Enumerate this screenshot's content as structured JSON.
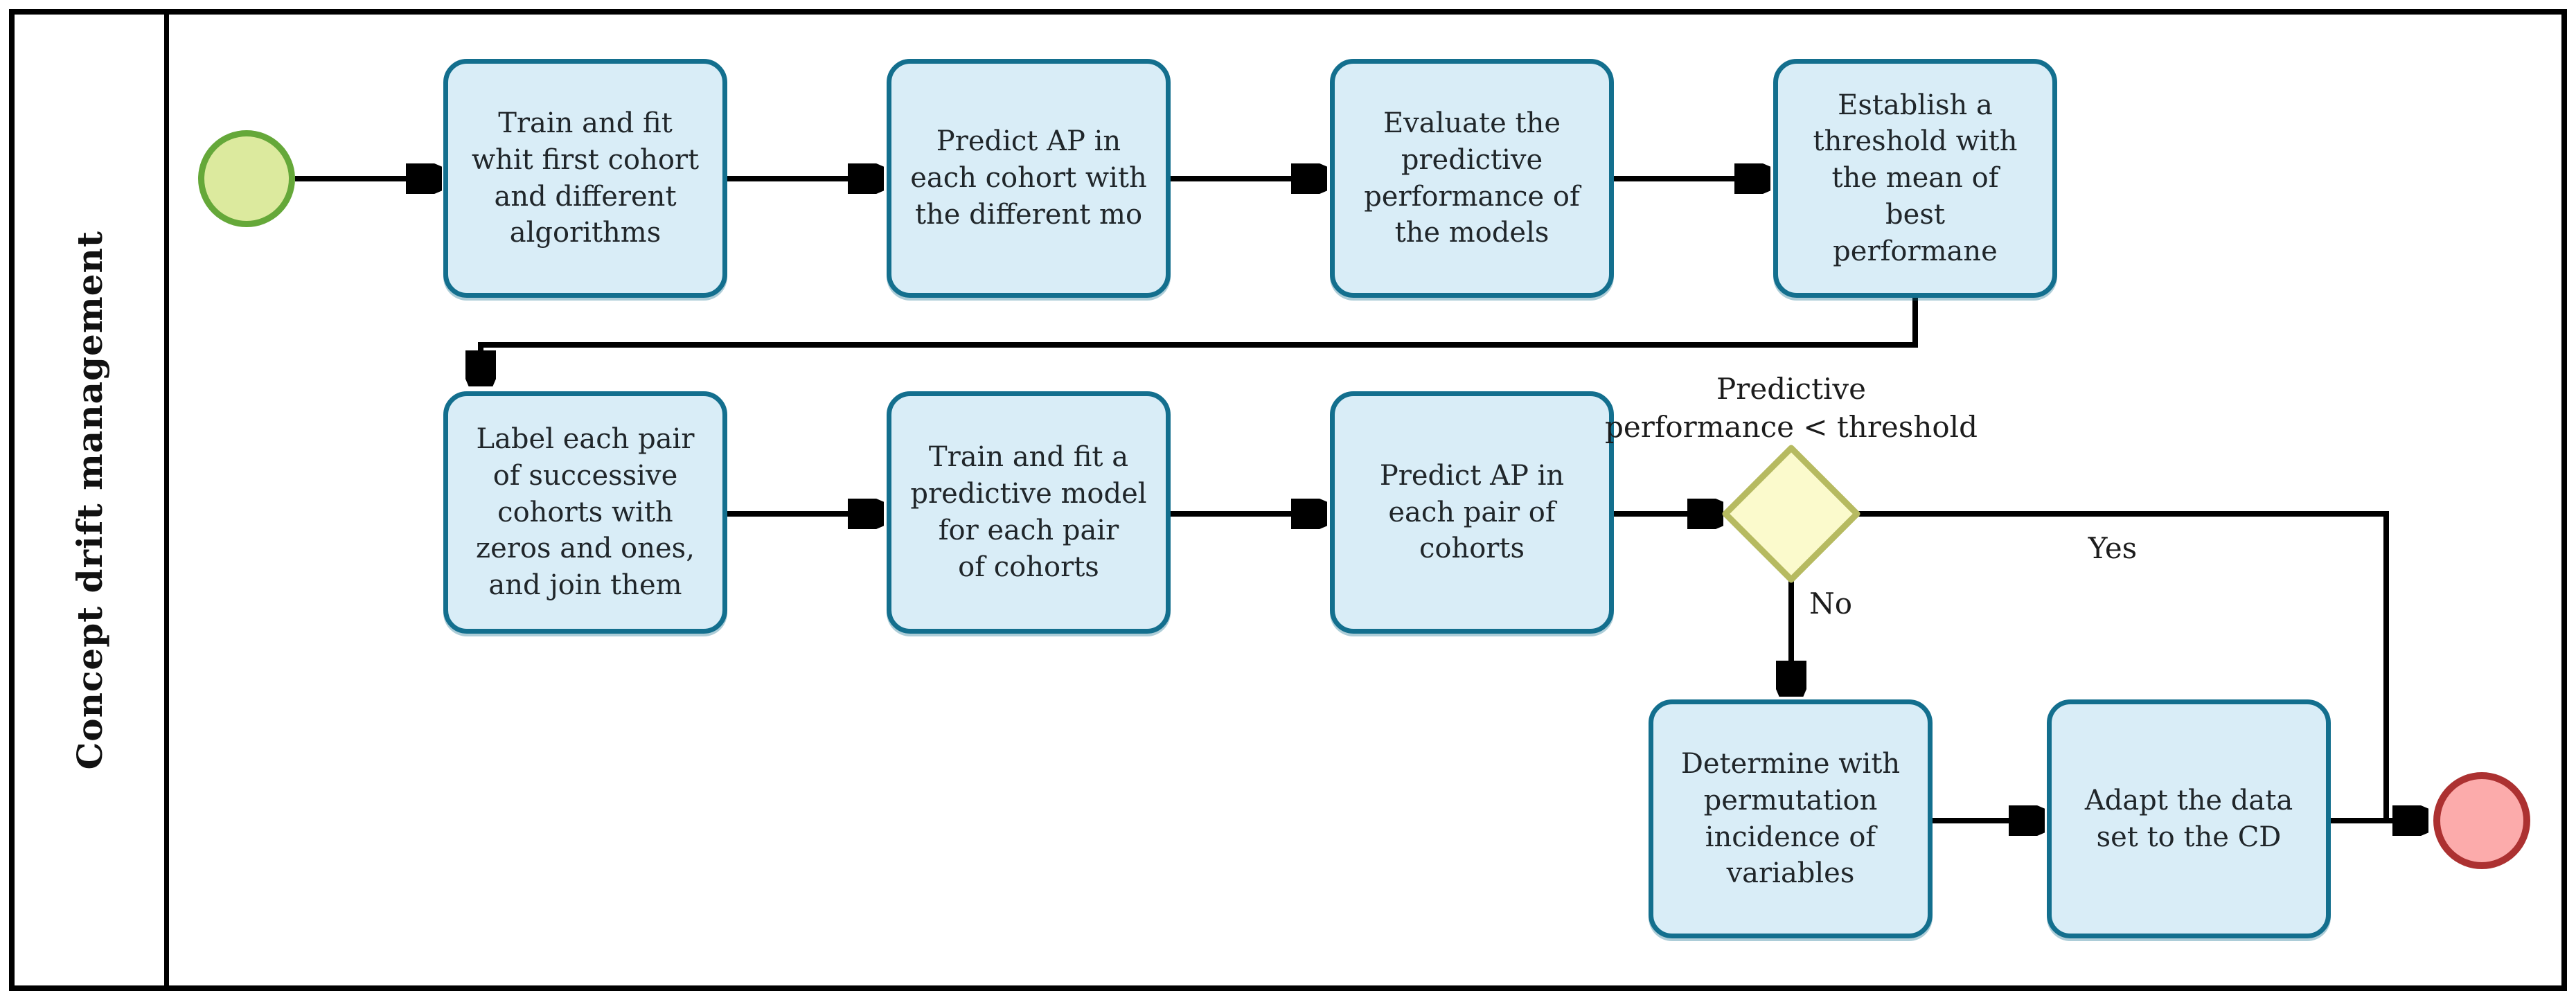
{
  "lane": {
    "title": "Concept drift management"
  },
  "nodes": {
    "start": {
      "type": "start-event"
    },
    "t1": {
      "text": "Train and fit\nwhit first cohort\nand different\nalgorithms"
    },
    "t2": {
      "text": "Predict AP in\neach cohort with\nthe different mo"
    },
    "t3": {
      "text": "Evaluate the\npredictive\nperformance of\nthe models"
    },
    "t4": {
      "text": "Establish a\nthreshold with\nthe mean of\nbest\nperformane"
    },
    "t5": {
      "text": "Label each pair\nof successive\ncohorts with\nzeros and ones,\nand join them"
    },
    "t6": {
      "text": "Train and fit a\npredictive model\nfor each pair\nof cohorts"
    },
    "t7": {
      "text": "Predict AP in\neach pair of\ncohorts"
    },
    "gateway": {
      "type": "decision-diamond",
      "label": "Predictive\nperformance < threshold"
    },
    "t8": {
      "text": "Determine with\npermutation\nincidence of\nvariables"
    },
    "t9": {
      "text": "Adapt the data\nset to the CD"
    },
    "end": {
      "type": "end-event"
    }
  },
  "edges": {
    "yes_label": "Yes",
    "no_label": "No"
  },
  "theme": {
    "task_fill": "#d9edf7",
    "task_border": "#136f8e",
    "task_text": "#20262a",
    "start_fill": "#dcea9e",
    "start_border": "#65a839",
    "end_fill": "#fcabab",
    "end_border": "#ac3131",
    "gateway_fill": "#fbfacc",
    "gateway_border": "#b6ba60",
    "line": "#000000",
    "frame": "#000000"
  }
}
